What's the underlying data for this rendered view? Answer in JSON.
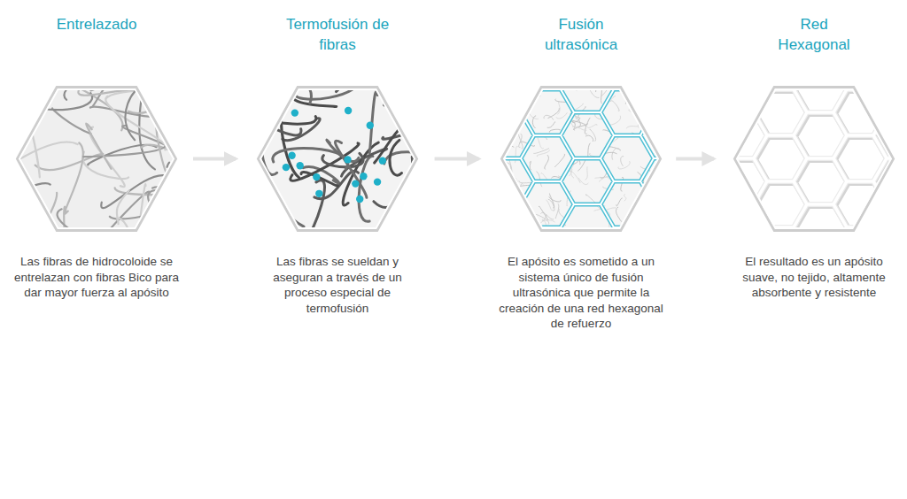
{
  "diagram": {
    "nodes": [
      {
        "text": [
          "Entrelazado",
          "Las fibras de hidrocoloide se entrelazan con fibras Bico para dar mayor fuerza al apósito"
        ]
      },
      {
        "text": [
          "Termofusión de fibras",
          "Las fibras se sueldan y aseguran a través de un proceso especial de termofusión"
        ]
      },
      {
        "text": [
          "Fusión ultrasónica",
          "El apósito es sometido a un sistema único de fusión ultrasónica que permite la creación de una red hexagonal de refuerzo"
        ]
      },
      {
        "text": [
          "Red Hexagonal",
          "El resultado es un apósito suave, no tejido, altamente absorbente y resistente"
        ]
      }
    ],
    "edges": [
      {
        "from": 0,
        "to": 1,
        "arrow": "to"
      },
      {
        "from": 1,
        "to": 2,
        "arrow": "to"
      },
      {
        "from": 2,
        "to": 3,
        "arrow": "to"
      }
    ]
  }
}
